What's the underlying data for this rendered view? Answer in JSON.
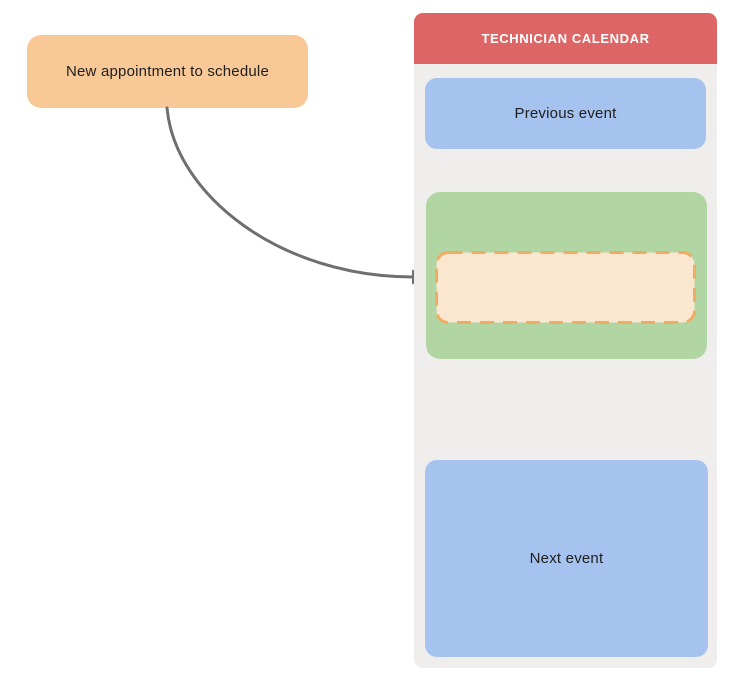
{
  "diagram": {
    "new_appointment_box": {
      "label": "New appointment to schedule"
    },
    "arrow": {
      "name": "appointment-to-slot-arrow"
    },
    "calendar_panel": {
      "title": "TECHNICIAN CALENDAR",
      "previous_event": {
        "label": "Previous event"
      },
      "availability_slot": {
        "label": ""
      },
      "next_event": {
        "label": "Next event"
      }
    }
  },
  "colors": {
    "appointment_orange": "#F8C897",
    "header_red": "#DD6565",
    "panel_bg": "#EFEEEC",
    "event_blue": "#A6C3EF",
    "availability_green": "#B1D5A3",
    "slot_fill": "#FBE7D0",
    "slot_border": "#F2AC62",
    "arrow_gray": "#6F6F6F"
  }
}
